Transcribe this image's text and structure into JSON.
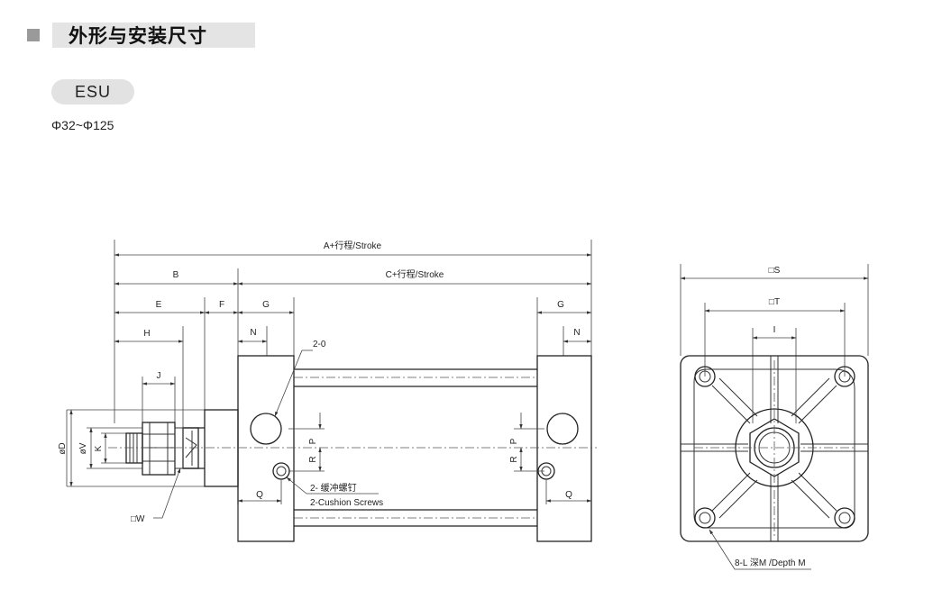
{
  "header": {
    "title": "外形与安装尺寸",
    "model": "ESU",
    "bore_range": "Φ32~Φ125"
  },
  "side_view": {
    "dim_overall": "A+行程/Stroke",
    "dim_b": "B",
    "dim_c": "C+行程/Stroke",
    "dim_e": "E",
    "dim_f": "F",
    "dim_g_left": "G",
    "dim_g_right": "G",
    "dim_h": "H",
    "dim_n_left": "N",
    "dim_n_right": "N",
    "dim_j": "J",
    "dim_d": "øD",
    "dim_v": "øV",
    "dim_k": "K",
    "dim_p_left": "P",
    "dim_r_left": "R",
    "dim_p_right": "P",
    "dim_r_right": "R",
    "dim_q_left": "Q",
    "dim_q_right": "Q",
    "port_label": "2-0",
    "cushion_cn": "2- 缓冲螺钉",
    "cushion_en": "2-Cushion Screws",
    "dim_w": "□W"
  },
  "end_view": {
    "dim_s": "□S",
    "dim_t": "□T",
    "dim_i": "I",
    "mount_label": "8-L 深M /Depth M"
  }
}
